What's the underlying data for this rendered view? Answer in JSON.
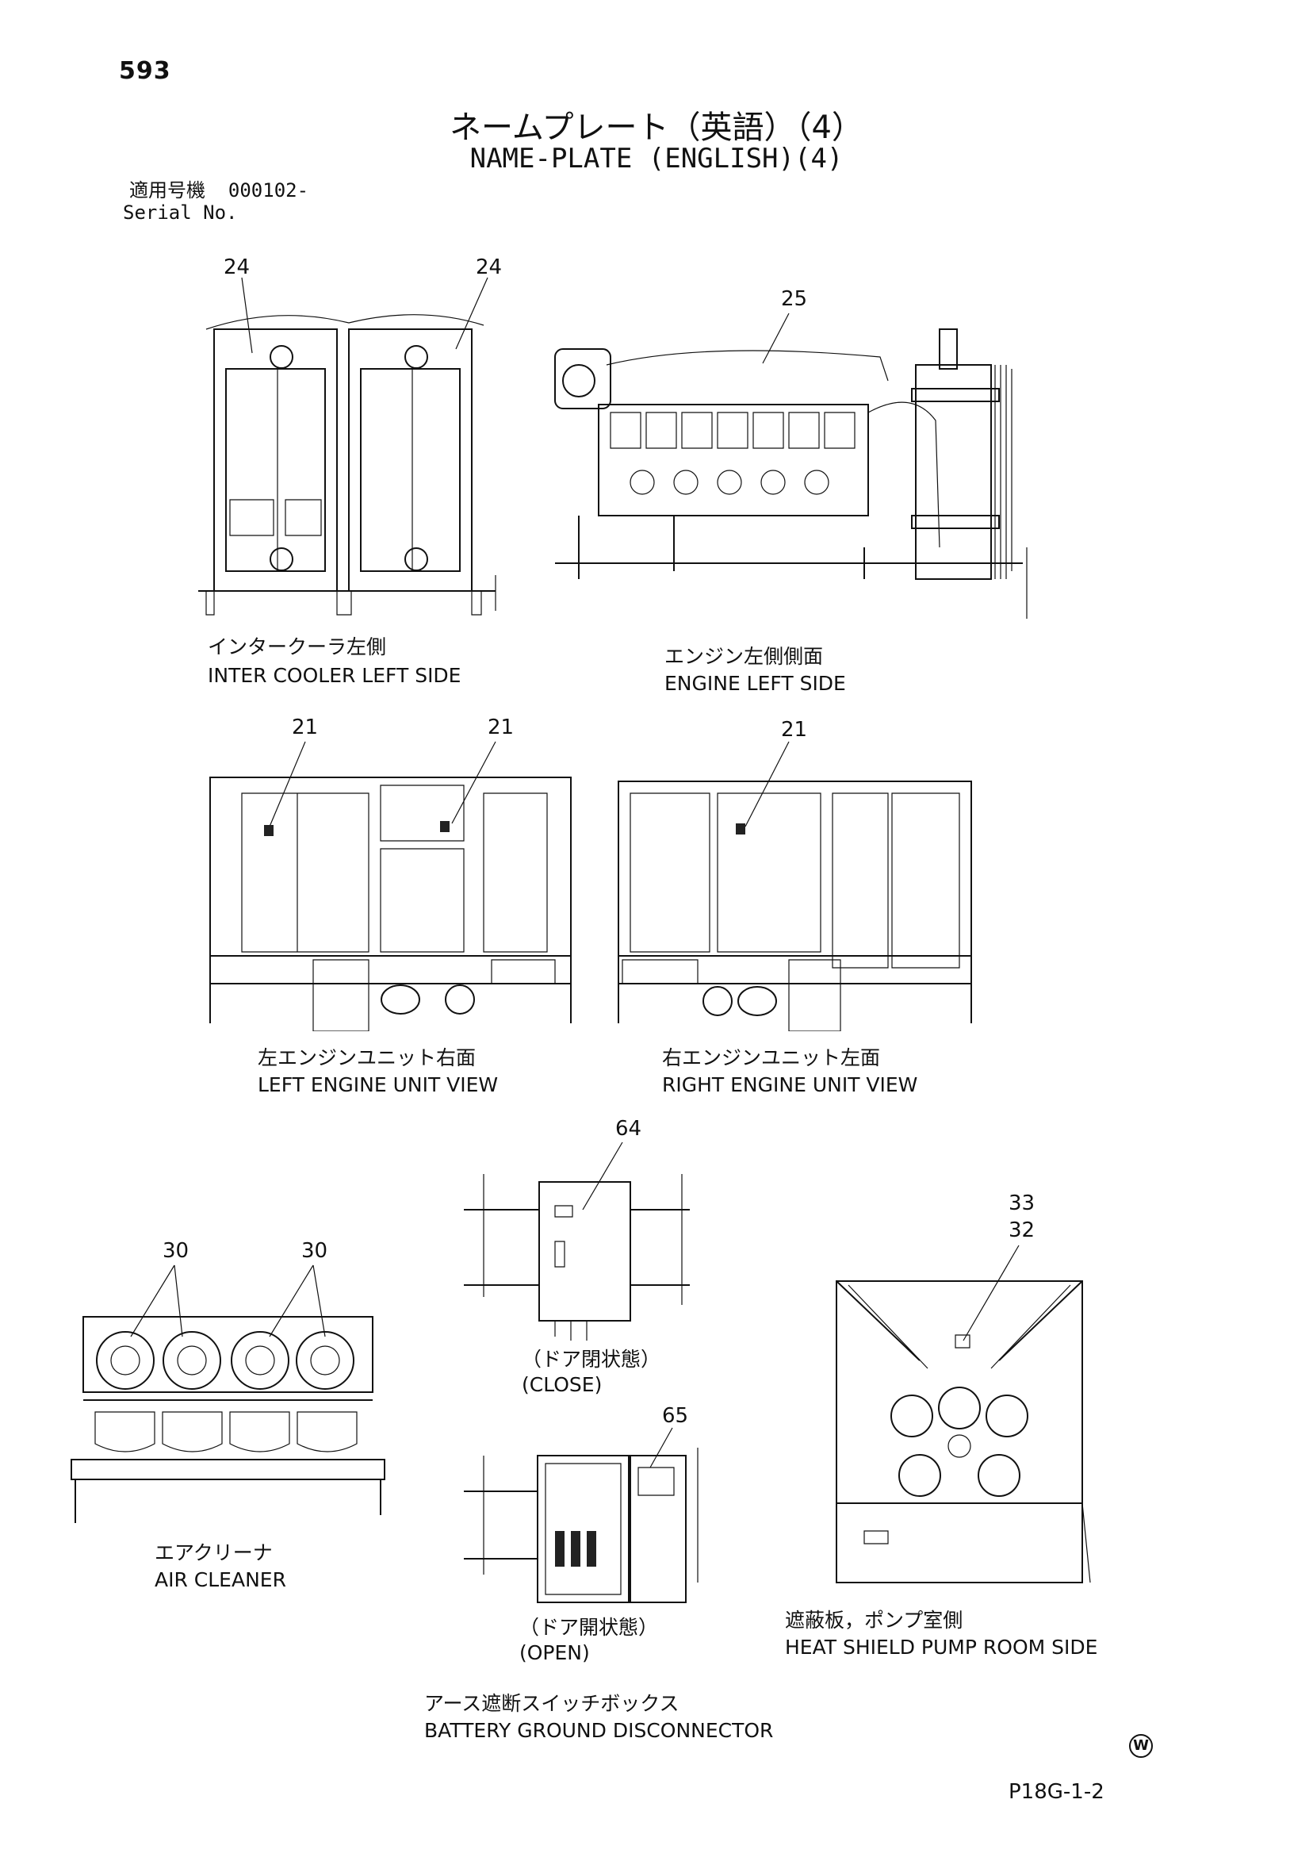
{
  "header": {
    "page_number": "593",
    "title_jp": "ネームプレート（英語）（4）",
    "title_en": "NAME-PLATE (ENGLISH)(4)",
    "serial_label_jp": "適用号機",
    "serial_value": "000102-",
    "serial_label_en": "Serial No."
  },
  "views": {
    "inter_cooler": {
      "callouts": [
        "24",
        "24"
      ],
      "caption_jp": "インタークーラ左側",
      "caption_en": "INTER COOLER LEFT SIDE"
    },
    "engine_left": {
      "callouts": [
        "25"
      ],
      "caption_jp": "エンジン左側側面",
      "caption_en": "ENGINE LEFT SIDE"
    },
    "left_engine_unit": {
      "callouts": [
        "21",
        "21"
      ],
      "caption_jp": "左エンジンユニット右面",
      "caption_en": "LEFT ENGINE UNIT VIEW"
    },
    "right_engine_unit": {
      "callouts": [
        "21"
      ],
      "caption_jp": "右エンジンユニット左面",
      "caption_en": "RIGHT ENGINE UNIT VIEW"
    },
    "battery_close": {
      "callouts": [
        "64"
      ],
      "caption_jp": "（ドア閉状態）",
      "caption_en": "(CLOSE)"
    },
    "battery_open": {
      "callouts": [
        "65"
      ],
      "caption_jp": "（ドア開状態）",
      "caption_en": "(OPEN)"
    },
    "air_cleaner": {
      "callouts": [
        "30",
        "30"
      ],
      "caption_jp": "エアクリーナ",
      "caption_en": "AIR CLEANER"
    },
    "heat_shield": {
      "callouts": [
        "33",
        "32"
      ],
      "caption_jp": "遮蔽板，ポンプ室側",
      "caption_en": "HEAT SHIELD PUMP ROOM SIDE"
    },
    "battery_group": {
      "caption_jp": "アース遮断スイッチボックス",
      "caption_en": "BATTERY GROUND DISCONNECTOR"
    }
  },
  "footer": {
    "mark": "W",
    "code": "P18G-1-2"
  }
}
